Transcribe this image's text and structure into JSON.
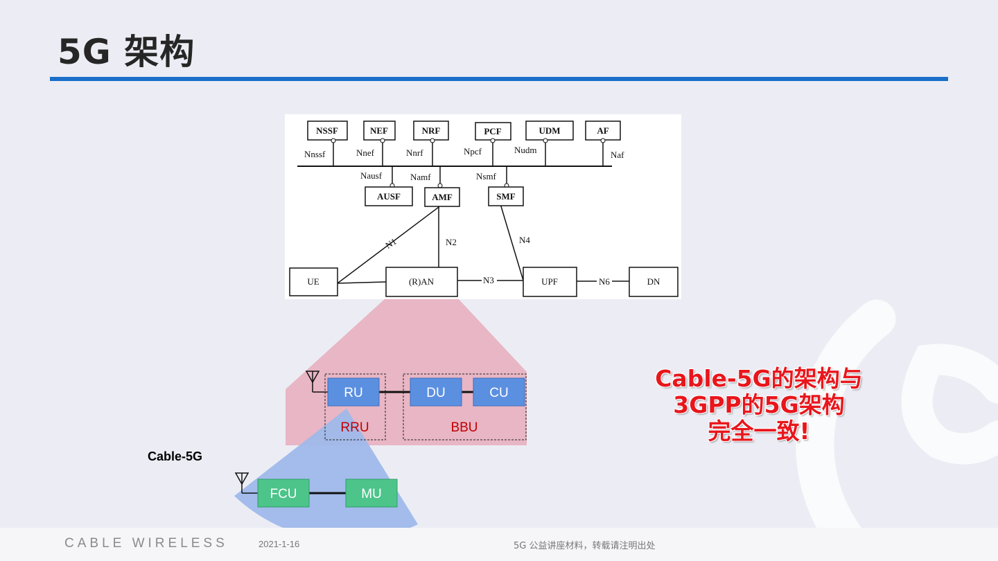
{
  "slide": {
    "title": "5G 架构",
    "cable_label": "Cable-5G",
    "claim_lines": [
      "Cable-5G的架构与",
      "3GPP的5G架构",
      "完全一致!"
    ]
  },
  "core_network": {
    "nf_top": [
      "NSSF",
      "NEF",
      "NRF",
      "PCF",
      "UDM",
      "AF"
    ],
    "interfaces_top": [
      "Nnssf",
      "Nnef",
      "Nnrf",
      "Npcf",
      "Nudm",
      "Naf"
    ],
    "nf_bottom": [
      "AUSF",
      "AMF",
      "SMF"
    ],
    "interfaces_bottom": [
      "Nausf",
      "Namf",
      "Nsmf"
    ],
    "nodes": [
      "UE",
      "(R)AN",
      "UPF",
      "DN"
    ],
    "links": [
      "N1",
      "N2",
      "N3",
      "N4",
      "N6"
    ]
  },
  "ran_split": {
    "boxes": [
      "RU",
      "DU",
      "CU"
    ],
    "groups": [
      "RRU",
      "BBU"
    ]
  },
  "cable_5g": {
    "boxes": [
      "FCU",
      "MU"
    ]
  },
  "footer": {
    "brand": "CABLE WIRELESS",
    "date": "2021-1-16",
    "note": "5G 公益讲座材料，转载请注明出处"
  },
  "colors": {
    "title_rule": "#1a6fc9",
    "claim_red": "#e8161c",
    "ran_box": "#5b8fe0",
    "cable_box": "#4cc48a",
    "pink_wedge": "#e8b6c4",
    "blue_wedge": "#9fb9ea"
  }
}
